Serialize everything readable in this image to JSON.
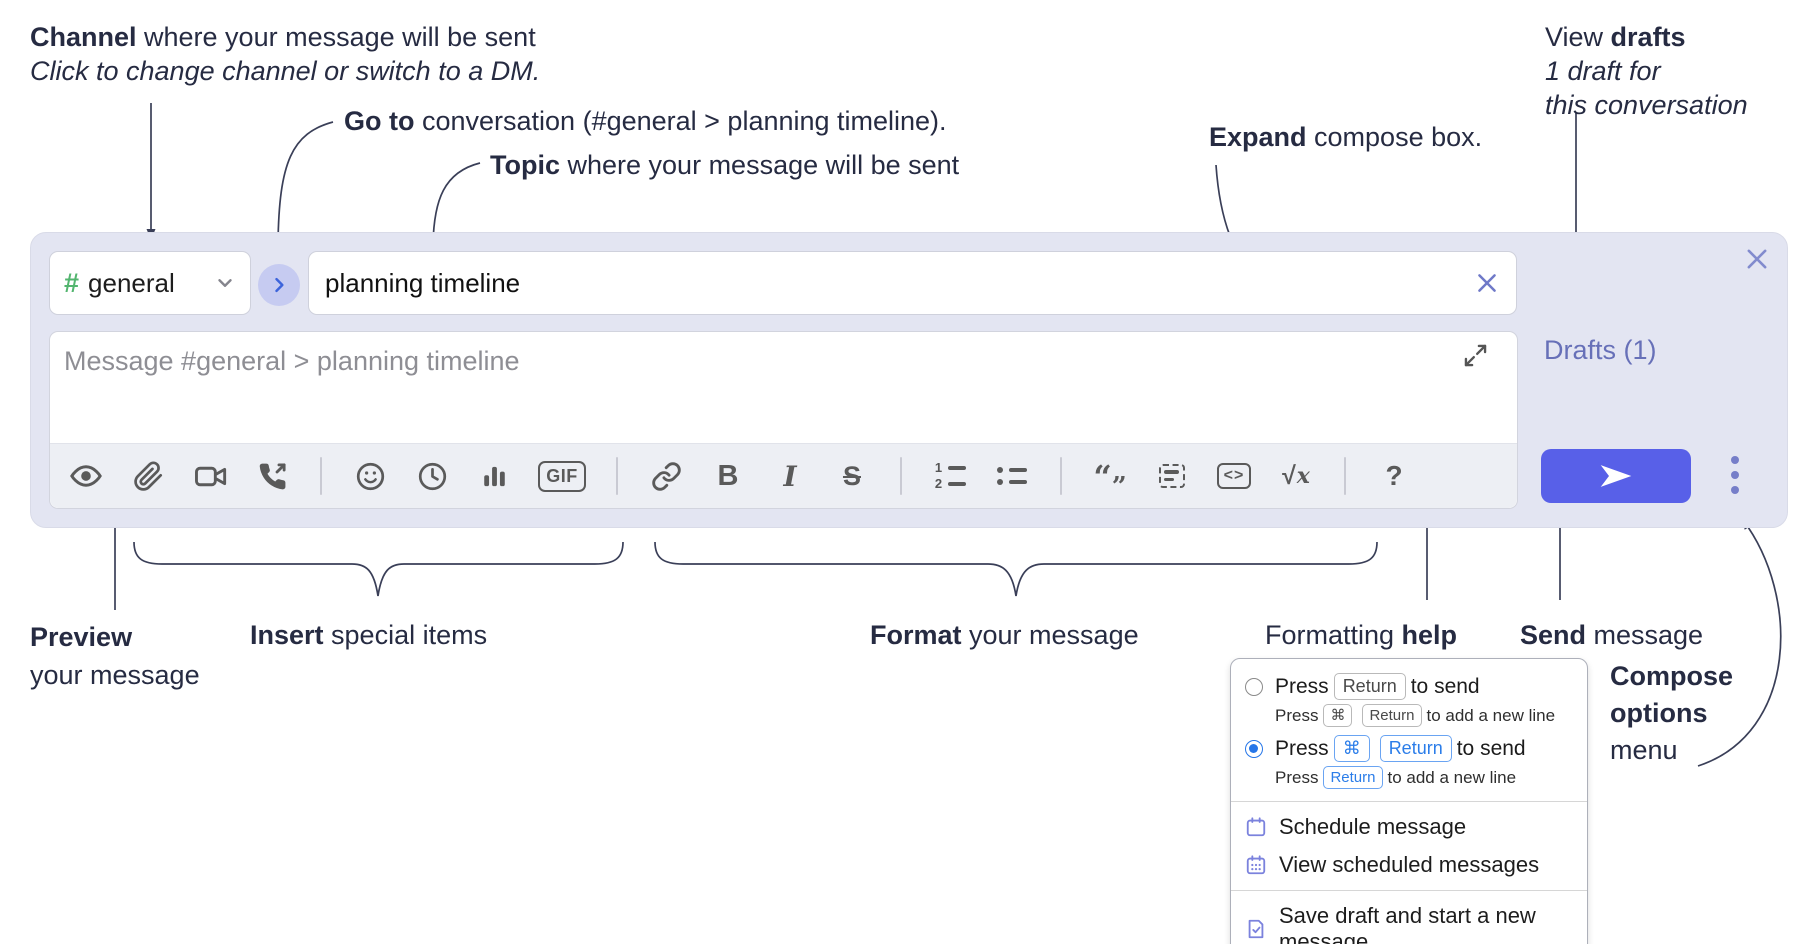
{
  "colors": {
    "accent_send": "#5860e8",
    "compose_bg": "#e3e5f2",
    "drafts_link": "#6770b8",
    "channel_green": "#53b56f",
    "kbd_blue": "#2b7de9",
    "annotation_text": "#262b42",
    "toolbar_icon": "#5a5a5a",
    "purple_icon": "#7b82dd"
  },
  "annotations": {
    "channel_line1_bold": "Channel",
    "channel_line1_rest": " where your message will be sent",
    "channel_line2": "Click to change channel or switch to a DM.",
    "goto_bold": "Go to",
    "goto_rest": " conversation (#general > planning timeline).",
    "topic_bold": "Topic",
    "topic_rest": " where your message will be sent",
    "expand_bold": "Expand",
    "expand_rest": " compose box.",
    "drafts_line1_pre": "View ",
    "drafts_line1_bold": "drafts",
    "drafts_line2": "1 draft for",
    "drafts_line3": "this conversation",
    "preview_bold": "Preview",
    "preview_line2": "your message",
    "insert_bold": "Insert",
    "insert_rest": " special items",
    "format_bold": "Format",
    "format_rest": " your message",
    "help_pre": "Formatting ",
    "help_bold": "help",
    "send_bold": "Send",
    "send_rest": " message",
    "options_line1": "Compose",
    "options_line2": "options",
    "options_line3": "menu"
  },
  "compose": {
    "channel": {
      "hash": "#",
      "name": "general"
    },
    "topic_value": "planning timeline",
    "message_placeholder": "Message #general > planning timeline",
    "drafts_link": "Drafts (1)"
  },
  "toolbar": {
    "icons": [
      "preview-eye-icon",
      "attach-file-icon",
      "video-call-icon",
      "voice-call-icon",
      "emoji-icon",
      "time-icon",
      "poll-icon",
      "gif-icon",
      "link-icon",
      "bold-icon",
      "italic-icon",
      "strikethrough-icon",
      "numbered-list-icon",
      "bulleted-list-icon",
      "quote-icon",
      "spoiler-icon",
      "code-icon",
      "math-icon",
      "help-icon"
    ],
    "gif": "GIF",
    "bold": "B",
    "italic": "I",
    "strike": "S",
    "num1": "1",
    "num2": "2",
    "quote_open": "“",
    "quote_close": "”",
    "code": "<>",
    "math_root": "√",
    "math_var": "x",
    "help": "?"
  },
  "menu": {
    "opt1": {
      "pre": "Press",
      "key1": "Return",
      "post": "to send",
      "sub_pre": "Press",
      "sub_key1": "⌘",
      "sub_key2": "Return",
      "sub_post": "to add a new line"
    },
    "opt2": {
      "pre": "Press",
      "key1": "⌘",
      "key2": "Return",
      "post": "to send",
      "sub_pre": "Press",
      "sub_key1": "Return",
      "sub_post": "to add a new line"
    },
    "items": [
      "Schedule message",
      "View scheduled messages",
      "Save draft and start a new message"
    ]
  }
}
